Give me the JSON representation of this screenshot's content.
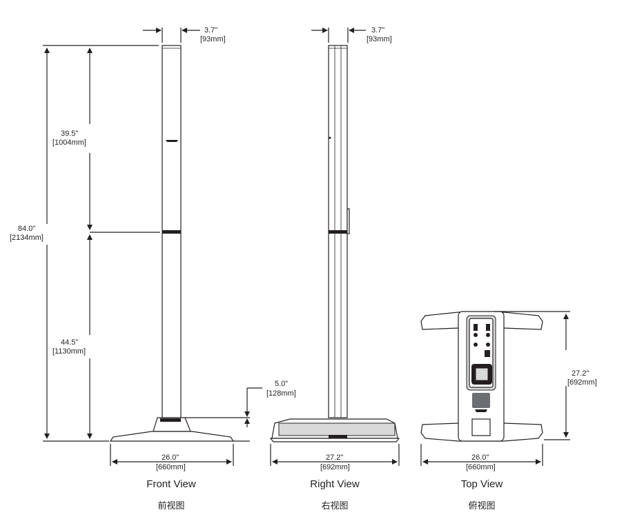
{
  "views": {
    "front": {
      "caption": "Front View",
      "caption_cn": "前视图"
    },
    "right": {
      "caption": "Right View",
      "caption_cn": "右视图"
    },
    "top": {
      "caption": "Top View",
      "caption_cn": "俯视图"
    }
  },
  "dimensions": {
    "front_width": {
      "imperial": "3.7\"",
      "metric": "[93mm]"
    },
    "right_width": {
      "imperial": "3.7\"",
      "metric": "[93mm]"
    },
    "total_height": {
      "imperial": "84.0\"",
      "metric": "[2134mm]"
    },
    "upper_height": {
      "imperial": "39.5\"",
      "metric": "[1004mm]"
    },
    "lower_height": {
      "imperial": "44.5\"",
      "metric": "[1130mm]"
    },
    "base_height": {
      "imperial": "5.0\"",
      "metric": "[128mm]"
    },
    "front_base_width": {
      "imperial": "26.0\"",
      "metric": "[660mm]"
    },
    "right_base_width": {
      "imperial": "27.2\"",
      "metric": "[692mm]"
    },
    "top_width": {
      "imperial": "26.0\"",
      "metric": "[660mm]"
    },
    "top_depth": {
      "imperial": "27.2\"",
      "metric": "[692mm]"
    }
  },
  "colors": {
    "line": "#231f20",
    "fill_light": "#d9d9d9",
    "fill_mid": "#6d6e71"
  }
}
